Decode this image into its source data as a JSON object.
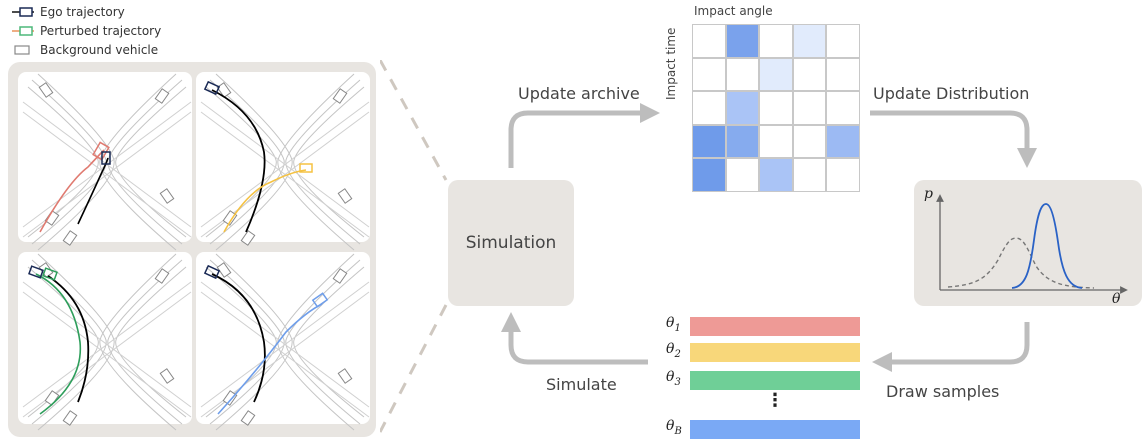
{
  "legend": {
    "ego": "Ego trajectory",
    "perturbed": "Perturbed trajectory",
    "background": "Background vehicle"
  },
  "labels": {
    "simulation": "Simulation",
    "update_archive": "Update archive",
    "update_distribution": "Update Distribution",
    "draw_samples": "Draw samples",
    "simulate": "Simulate",
    "impact_angle": "Impact angle",
    "impact_time": "Impact time"
  },
  "distribution_plot": {
    "y_axis": "p",
    "x_axis": "θ"
  },
  "samples": [
    {
      "sub": "1",
      "color": "#ee9a96"
    },
    {
      "sub": "2",
      "color": "#f8d77a"
    },
    {
      "sub": "3",
      "color": "#6fcf97"
    },
    {
      "sub": "B",
      "color": "#7aa9f5"
    }
  ],
  "samples_ellipsis": "⋮",
  "archive": {
    "rows": 5,
    "cols": 5,
    "filled": [
      {
        "row": 0,
        "col": 1,
        "shade": "#7aa2ec"
      },
      {
        "row": 0,
        "col": 3,
        "shade": "#e1ebfc"
      },
      {
        "row": 1,
        "col": 2,
        "shade": "#e1ebfc"
      },
      {
        "row": 2,
        "col": 1,
        "shade": "#aac4f6"
      },
      {
        "row": 3,
        "col": 0,
        "shade": "#6f9bea"
      },
      {
        "row": 3,
        "col": 1,
        "shade": "#86abee"
      },
      {
        "row": 3,
        "col": 4,
        "shade": "#9cbaf3"
      },
      {
        "row": 4,
        "col": 0,
        "shade": "#6f9bea"
      },
      {
        "row": 4,
        "col": 2,
        "shade": "#aac4f6"
      }
    ]
  },
  "colors": {
    "ego": "#000000",
    "ego_box": "#1a2a55",
    "perturbed_red": "#e07a70",
    "perturbed_yellow": "#f5c242",
    "perturbed_green": "#2e9e5b",
    "perturbed_blue": "#6f9eea",
    "panel_bg": "#e8e5e1",
    "arrow": "#bdbdbd"
  }
}
